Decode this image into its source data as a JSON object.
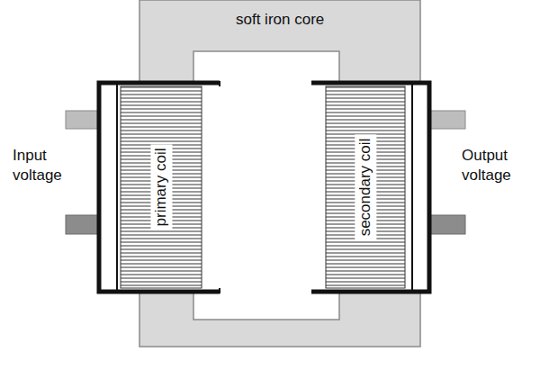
{
  "diagram": {
    "nodes": [
      {
        "text": [
          "primary coil"
        ]
      },
      {
        "text": [
          "secondary coil"
        ]
      }
    ],
    "labels": [
      "soft iron core",
      "Input voltage",
      "Output voltage"
    ]
  }
}
